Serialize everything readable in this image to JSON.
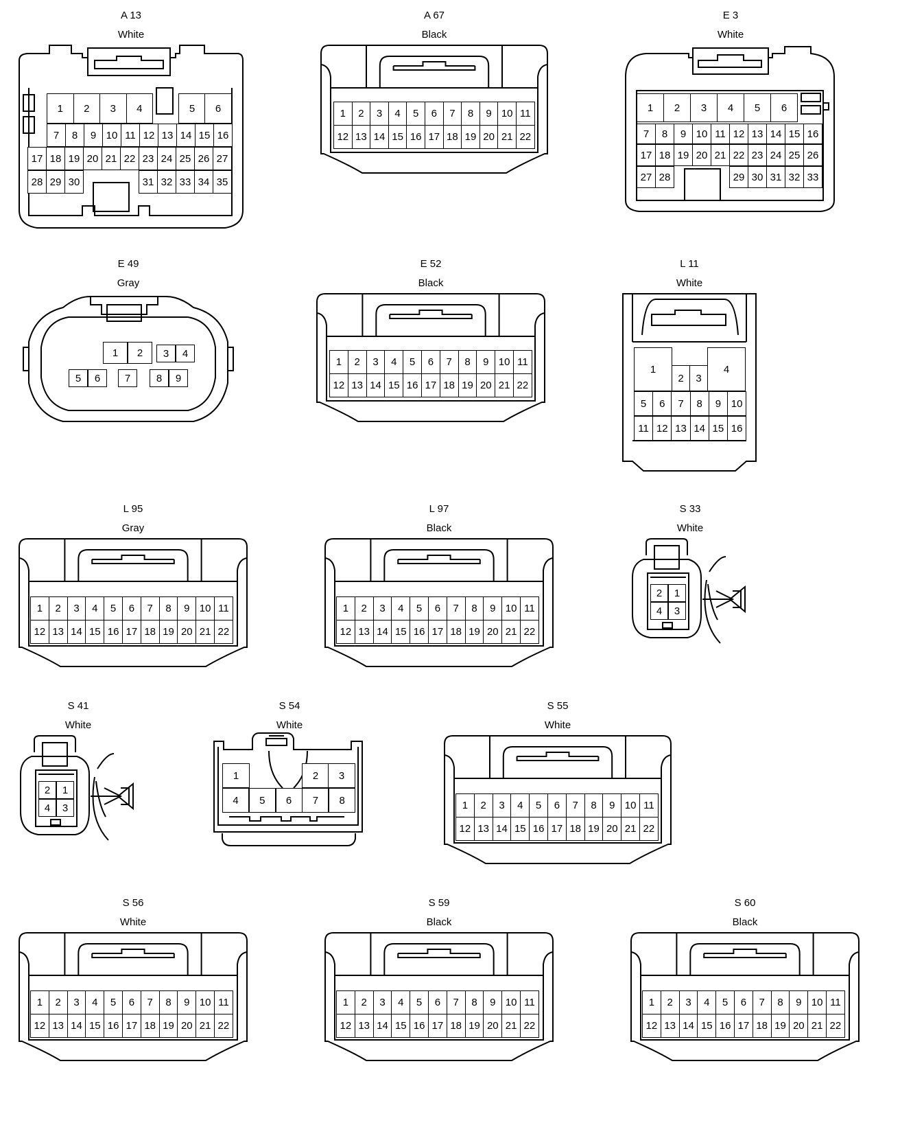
{
  "connectors": [
    {
      "id": "a13",
      "code": "A 13",
      "color": "White",
      "pins": [
        "1",
        "2",
        "3",
        "4",
        "5",
        "6",
        "7",
        "8",
        "9",
        "10",
        "11",
        "12",
        "13",
        "14",
        "15",
        "16",
        "17",
        "18",
        "19",
        "20",
        "21",
        "22",
        "23",
        "24",
        "25",
        "26",
        "27",
        "28",
        "29",
        "30",
        "31",
        "32",
        "33",
        "34",
        "35"
      ]
    },
    {
      "id": "a67",
      "code": "A 67",
      "color": "Black",
      "pins": [
        "1",
        "2",
        "3",
        "4",
        "5",
        "6",
        "7",
        "8",
        "9",
        "10",
        "11",
        "12",
        "13",
        "14",
        "15",
        "16",
        "17",
        "18",
        "19",
        "20",
        "21",
        "22"
      ]
    },
    {
      "id": "e3",
      "code": "E 3",
      "color": "White",
      "pins": [
        "1",
        "2",
        "3",
        "4",
        "5",
        "6",
        "7",
        "8",
        "9",
        "10",
        "11",
        "12",
        "13",
        "14",
        "15",
        "16",
        "17",
        "18",
        "19",
        "20",
        "21",
        "22",
        "23",
        "24",
        "25",
        "26",
        "27",
        "28",
        "29",
        "30",
        "31",
        "32",
        "33"
      ]
    },
    {
      "id": "e49",
      "code": "E 49",
      "color": "Gray",
      "pins": [
        "1",
        "2",
        "3",
        "4",
        "5",
        "6",
        "7",
        "8",
        "9"
      ]
    },
    {
      "id": "e52",
      "code": "E 52",
      "color": "Black",
      "pins": [
        "1",
        "2",
        "3",
        "4",
        "5",
        "6",
        "7",
        "8",
        "9",
        "10",
        "11",
        "12",
        "13",
        "14",
        "15",
        "16",
        "17",
        "18",
        "19",
        "20",
        "21",
        "22"
      ]
    },
    {
      "id": "l11",
      "code": "L 11",
      "color": "White",
      "pins": [
        "1",
        "2",
        "3",
        "4",
        "5",
        "6",
        "7",
        "8",
        "9",
        "10",
        "11",
        "12",
        "13",
        "14",
        "15",
        "16"
      ]
    },
    {
      "id": "l95",
      "code": "L 95",
      "color": "Gray",
      "pins": [
        "1",
        "2",
        "3",
        "4",
        "5",
        "6",
        "7",
        "8",
        "9",
        "10",
        "11",
        "12",
        "13",
        "14",
        "15",
        "16",
        "17",
        "18",
        "19",
        "20",
        "21",
        "22"
      ]
    },
    {
      "id": "l97",
      "code": "L 97",
      "color": "Black",
      "pins": [
        "1",
        "2",
        "3",
        "4",
        "5",
        "6",
        "7",
        "8",
        "9",
        "10",
        "11",
        "12",
        "13",
        "14",
        "15",
        "16",
        "17",
        "18",
        "19",
        "20",
        "21",
        "22"
      ]
    },
    {
      "id": "s33",
      "code": "S 33",
      "color": "White",
      "pins": [
        "1",
        "2",
        "3",
        "4"
      ]
    },
    {
      "id": "s41",
      "code": "S 41",
      "color": "White",
      "pins": [
        "1",
        "2",
        "3",
        "4"
      ]
    },
    {
      "id": "s54",
      "code": "S 54",
      "color": "White",
      "pins": [
        "1",
        "2",
        "3",
        "4",
        "5",
        "6",
        "7",
        "8"
      ]
    },
    {
      "id": "s55",
      "code": "S 55",
      "color": "White",
      "pins": [
        "1",
        "2",
        "3",
        "4",
        "5",
        "6",
        "7",
        "8",
        "9",
        "10",
        "11",
        "12",
        "13",
        "14",
        "15",
        "16",
        "17",
        "18",
        "19",
        "20",
        "21",
        "22"
      ]
    },
    {
      "id": "s56",
      "code": "S 56",
      "color": "White",
      "pins": [
        "1",
        "2",
        "3",
        "4",
        "5",
        "6",
        "7",
        "8",
        "9",
        "10",
        "11",
        "12",
        "13",
        "14",
        "15",
        "16",
        "17",
        "18",
        "19",
        "20",
        "21",
        "22"
      ]
    },
    {
      "id": "s59",
      "code": "S 59",
      "color": "Black",
      "pins": [
        "1",
        "2",
        "3",
        "4",
        "5",
        "6",
        "7",
        "8",
        "9",
        "10",
        "11",
        "12",
        "13",
        "14",
        "15",
        "16",
        "17",
        "18",
        "19",
        "20",
        "21",
        "22"
      ]
    },
    {
      "id": "s60",
      "code": "S 60",
      "color": "Black",
      "pins": [
        "1",
        "2",
        "3",
        "4",
        "5",
        "6",
        "7",
        "8",
        "9",
        "10",
        "11",
        "12",
        "13",
        "14",
        "15",
        "16",
        "17",
        "18",
        "19",
        "20",
        "21",
        "22"
      ]
    }
  ]
}
